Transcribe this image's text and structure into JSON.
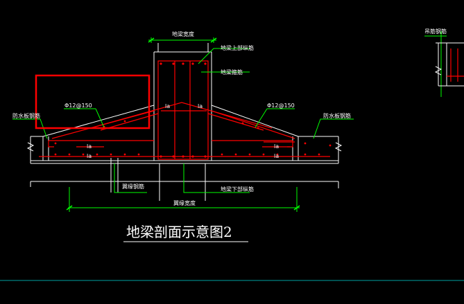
{
  "drawing": {
    "title": "地梁剖面示意图2",
    "labels": {
      "top_width": "地梁宽度",
      "upper_rebar": "地梁上部纵筋",
      "stirrup": "地梁箍筋",
      "left_rebar": "Φ12@150",
      "right_rebar": "Φ12@150",
      "waterproof_left": "防水板钢筋",
      "waterproof_right": "防水板钢筋",
      "anchor_la_1": "la",
      "anchor_la_2": "la",
      "anchor_la_3": "la",
      "anchor_la_4": "la",
      "anchor_la_5": "la",
      "anchor_la_6": "la",
      "mat_rebar": "翼缘钢筋",
      "lower_rebar": "地梁下部纵筋",
      "bottom_width": "翼缘宽度",
      "side_detail": "吊筋钢筋"
    },
    "colors": {
      "background": "#000000",
      "outline": "#ffffff",
      "rebar": "#ff0000",
      "dimension": "#00ff00",
      "highlight": "#ff0000",
      "rule": "#00a0a0"
    }
  }
}
